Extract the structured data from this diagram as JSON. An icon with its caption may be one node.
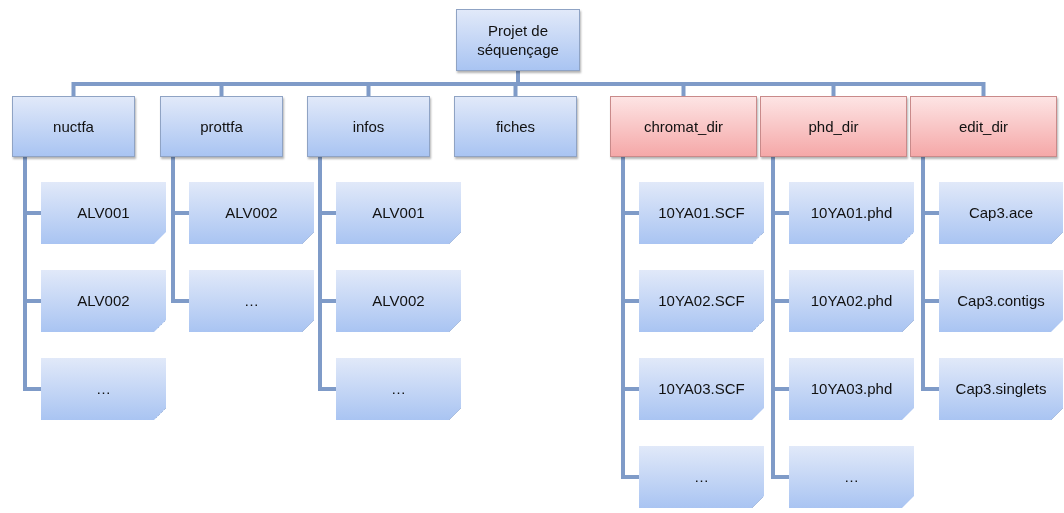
{
  "diagram": {
    "nodes": [
      {
        "text": [
          "Projet de séquençage"
        ]
      },
      {
        "text": [
          "nuctfa"
        ]
      },
      {
        "text": [
          "prottfa"
        ]
      },
      {
        "text": [
          "infos"
        ]
      },
      {
        "text": [
          "fiches"
        ]
      },
      {
        "text": [
          "chromat_dir"
        ]
      },
      {
        "text": [
          "phd_dir"
        ]
      },
      {
        "text": [
          "edit_dir"
        ]
      },
      {
        "text": [
          "ALV001"
        ]
      },
      {
        "text": [
          "ALV002"
        ]
      },
      {
        "text": [
          "…"
        ]
      },
      {
        "text": [
          "ALV002"
        ]
      },
      {
        "text": [
          "…"
        ]
      },
      {
        "text": [
          "ALV001"
        ]
      },
      {
        "text": [
          "ALV002"
        ]
      },
      {
        "text": [
          "…"
        ]
      },
      {
        "text": [
          "10YA01.SCF"
        ]
      },
      {
        "text": [
          "10YA02.SCF"
        ]
      },
      {
        "text": [
          "10YA03.SCF"
        ]
      },
      {
        "text": [
          "…"
        ]
      },
      {
        "text": [
          "10YA01.phd"
        ]
      },
      {
        "text": [
          "10YA02.phd"
        ]
      },
      {
        "text": [
          "10YA03.phd"
        ]
      },
      {
        "text": [
          "…"
        ]
      },
      {
        "text": [
          "Cap3.ace"
        ]
      },
      {
        "text": [
          "Cap3.contigs"
        ]
      },
      {
        "text": [
          "Cap3.singlets"
        ]
      }
    ],
    "edges": [
      {
        "from": 0,
        "to": 1,
        "arrow": "none"
      },
      {
        "from": 0,
        "to": 2,
        "arrow": "none"
      },
      {
        "from": 0,
        "to": 3,
        "arrow": "none"
      },
      {
        "from": 0,
        "to": 4,
        "arrow": "none"
      },
      {
        "from": 0,
        "to": 5,
        "arrow": "none"
      },
      {
        "from": 0,
        "to": 6,
        "arrow": "none"
      },
      {
        "from": 0,
        "to": 7,
        "arrow": "none"
      },
      {
        "from": 1,
        "to": 8,
        "arrow": "none"
      },
      {
        "from": 1,
        "to": 9,
        "arrow": "none"
      },
      {
        "from": 1,
        "to": 10,
        "arrow": "none"
      },
      {
        "from": 2,
        "to": 11,
        "arrow": "none"
      },
      {
        "from": 2,
        "to": 12,
        "arrow": "none"
      },
      {
        "from": 3,
        "to": 13,
        "arrow": "none"
      },
      {
        "from": 3,
        "to": 14,
        "arrow": "none"
      },
      {
        "from": 3,
        "to": 15,
        "arrow": "none"
      },
      {
        "from": 5,
        "to": 16,
        "arrow": "none"
      },
      {
        "from": 5,
        "to": 17,
        "arrow": "none"
      },
      {
        "from": 5,
        "to": 18,
        "arrow": "none"
      },
      {
        "from": 5,
        "to": 19,
        "arrow": "none"
      },
      {
        "from": 6,
        "to": 20,
        "arrow": "none"
      },
      {
        "from": 6,
        "to": 21,
        "arrow": "none"
      },
      {
        "from": 6,
        "to": 22,
        "arrow": "none"
      },
      {
        "from": 6,
        "to": 23,
        "arrow": "none"
      },
      {
        "from": 7,
        "to": 24,
        "arrow": "none"
      },
      {
        "from": 7,
        "to": 25,
        "arrow": "none"
      },
      {
        "from": 7,
        "to": 26,
        "arrow": "none"
      }
    ]
  }
}
